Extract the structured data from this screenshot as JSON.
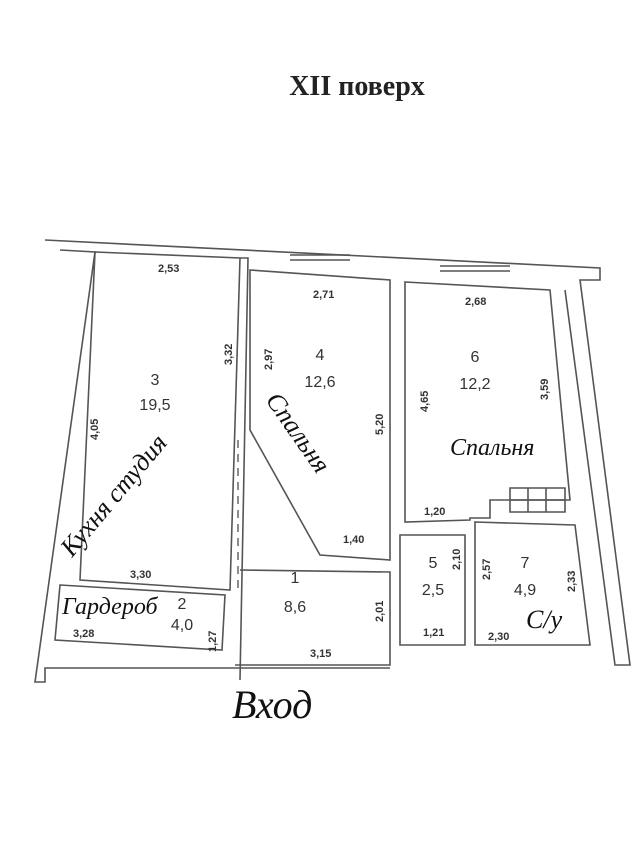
{
  "title": "XII поверх",
  "rooms": [
    {
      "no": "1",
      "area": "8,6"
    },
    {
      "no": "2",
      "area": "4,0",
      "label": "Гардероб"
    },
    {
      "no": "3",
      "area": "19,5",
      "label": "Кухня студия"
    },
    {
      "no": "4",
      "area": "12,6",
      "label": "Спальня"
    },
    {
      "no": "5",
      "area": "2,5"
    },
    {
      "no": "6",
      "area": "12,2",
      "label": "Спальня"
    },
    {
      "no": "7",
      "area": "4,9",
      "label": "С/у"
    }
  ],
  "entrance": "Вход",
  "dims": [
    "2,53",
    "3,32",
    "4,05",
    "2,97",
    "2,71",
    "5,20",
    "1,40",
    "3,30",
    "3,28",
    "1,27",
    "2,01",
    "3,15",
    "2,68",
    "4,65",
    "3,59",
    "1,20",
    "2,10",
    "1,21",
    "2,57",
    "2,33",
    "2,30"
  ]
}
